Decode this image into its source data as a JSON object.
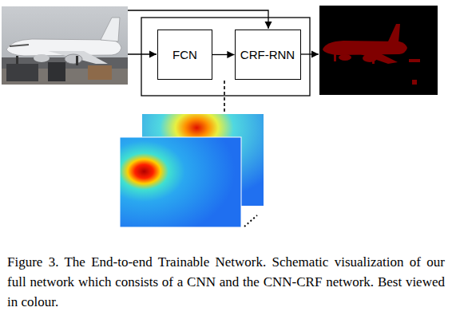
{
  "diagram": {
    "caption": "Figure 3. The End-to-end Trainable Network. Schematic visualization of our full network which consists of a CNN and the CNN-CRF network. Best viewed in colour.",
    "nodes": [
      {
        "text": [
          "FCN"
        ]
      },
      {
        "text": [
          "CRF-RNN"
        ]
      }
    ],
    "edges": [
      {
        "from": 0,
        "to": 1,
        "arrow": "to"
      }
    ]
  }
}
